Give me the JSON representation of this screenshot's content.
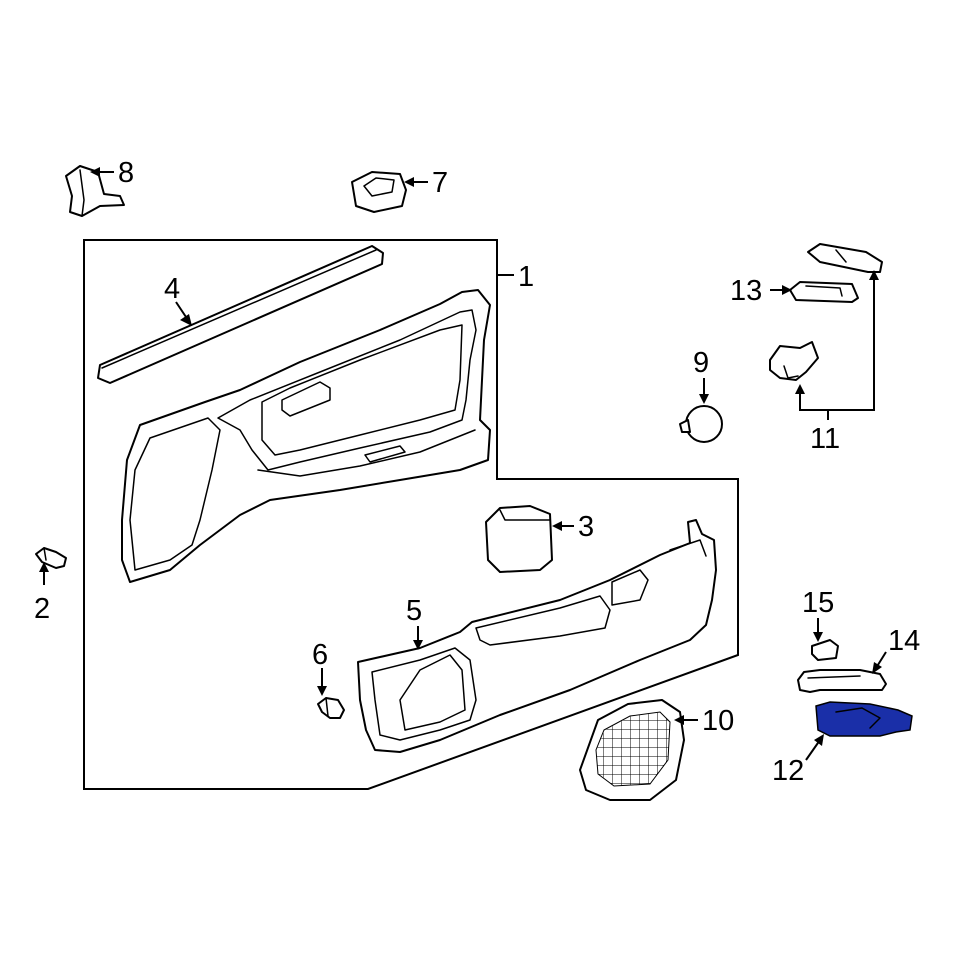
{
  "diagram": {
    "highlight_color": "#1a2fa8",
    "highlighted_part": "12",
    "callouts": [
      {
        "key": "c1",
        "label": "1"
      },
      {
        "key": "c2",
        "label": "2"
      },
      {
        "key": "c3",
        "label": "3"
      },
      {
        "key": "c4",
        "label": "4"
      },
      {
        "key": "c5",
        "label": "5"
      },
      {
        "key": "c6",
        "label": "6"
      },
      {
        "key": "c7",
        "label": "7"
      },
      {
        "key": "c8",
        "label": "8"
      },
      {
        "key": "c9",
        "label": "9"
      },
      {
        "key": "c10",
        "label": "10"
      },
      {
        "key": "c11",
        "label": "11"
      },
      {
        "key": "c12",
        "label": "12"
      },
      {
        "key": "c13",
        "label": "13"
      },
      {
        "key": "c14",
        "label": "14"
      },
      {
        "key": "c15",
        "label": "15"
      }
    ]
  }
}
